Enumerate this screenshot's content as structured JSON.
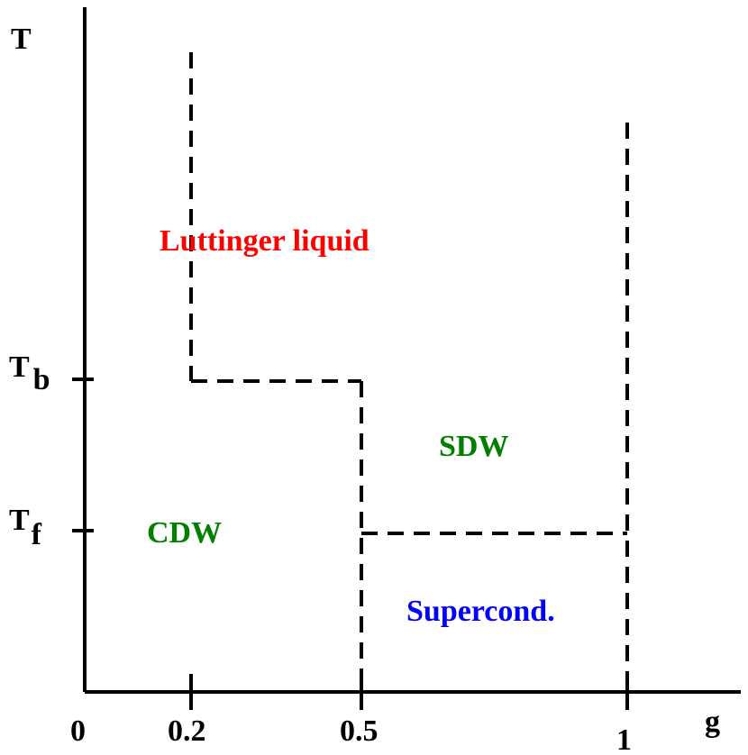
{
  "diagram": {
    "axes": {
      "y_label": "T",
      "x_label": "g",
      "x_ticks": [
        "0",
        "0.2",
        "0.5",
        "1"
      ],
      "y_tick_b": {
        "main": "T",
        "sub": "b"
      },
      "y_tick_f": {
        "main": "T",
        "sub": "f"
      }
    },
    "regions": {
      "luttinger": "Luttinger liquid",
      "sdw": "SDW",
      "cdw": "CDW",
      "supercond": "Supercond."
    },
    "colors": {
      "axis": "#000000",
      "boundary": "#000000",
      "luttinger": "#ff0000",
      "sdw": "#008000",
      "cdw": "#008000",
      "supercond": "#0000ff"
    }
  }
}
